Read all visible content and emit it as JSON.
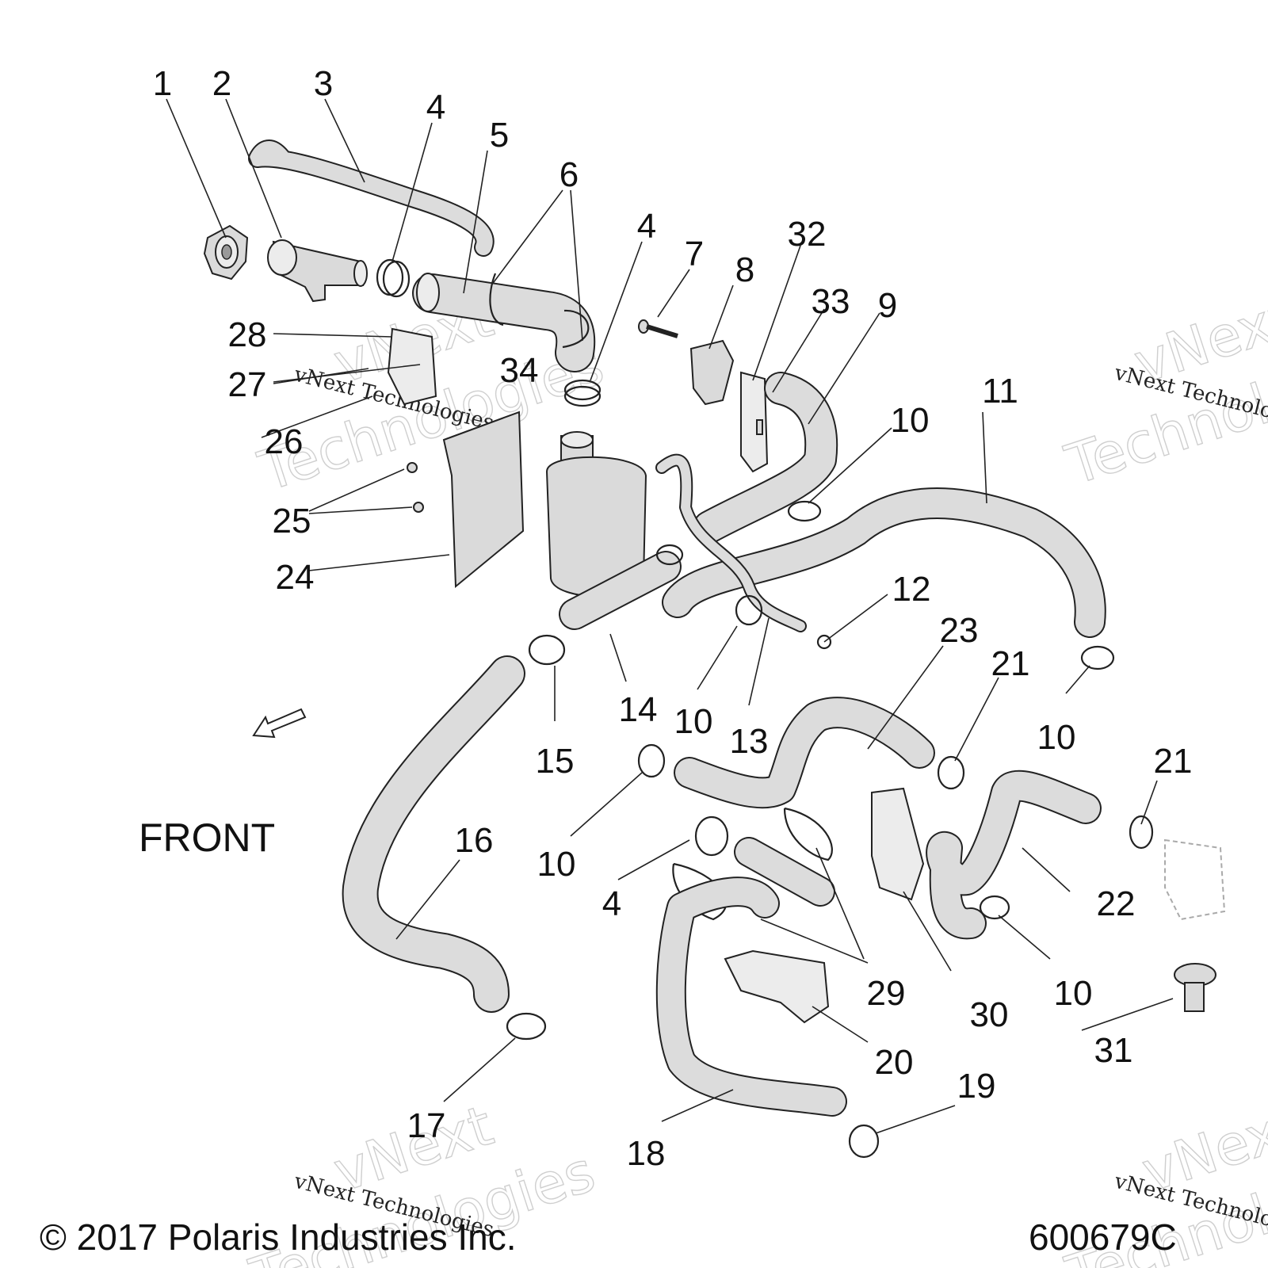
{
  "front_label": "FRONT",
  "copyright": "© 2017 Polaris Industries Inc.",
  "drawing_number": "600679C",
  "watermark": {
    "line1": "vNext Technologies",
    "big1": "vNext",
    "big2": "Technologies"
  },
  "callouts": [
    "1",
    "2",
    "3",
    "4",
    "5",
    "6",
    "4",
    "7",
    "8",
    "32",
    "33",
    "9",
    "28",
    "34",
    "27",
    "26",
    "10",
    "11",
    "25",
    "24",
    "12",
    "23",
    "21",
    "14",
    "10",
    "13",
    "10",
    "15",
    "21",
    "16",
    "10",
    "4",
    "22",
    "29",
    "30",
    "10",
    "20",
    "17",
    "19",
    "31",
    "18"
  ]
}
